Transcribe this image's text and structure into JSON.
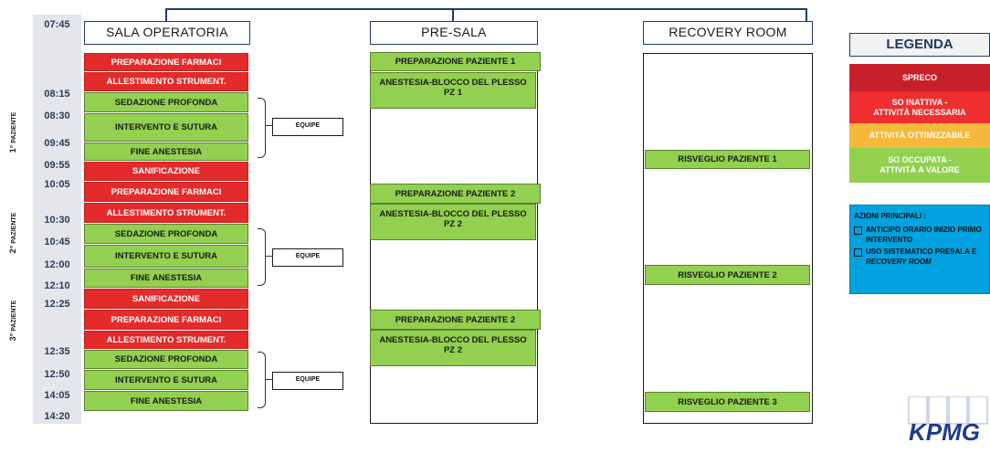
{
  "columns": {
    "sala": "SALA OPERATORIA",
    "presala": "PRE-SALA",
    "recovery": "RECOVERY ROOM"
  },
  "times": [
    "07:45",
    "08:15",
    "08:30",
    "09:45",
    "09:55",
    "10:05",
    "10:30",
    "10:45",
    "12:00",
    "12:10",
    "12:25",
    "12:35",
    "12:50",
    "14:05",
    "14:20"
  ],
  "patients": [
    {
      "ordinal": "1°",
      "label": "PAZIENTE"
    },
    {
      "ordinal": "2°",
      "label": "PAZIENTE"
    },
    {
      "ordinal": "3°",
      "label": "PAZIENTE"
    }
  ],
  "sala_activities": [
    {
      "label": "PREPARAZIONE FARMACI",
      "kind": "red"
    },
    {
      "label": "ALLESTIMENTO STRUMENT.",
      "kind": "red"
    },
    {
      "label": "SEDAZIONE PROFONDA",
      "kind": "green"
    },
    {
      "label": "INTERVENTO E SUTURA",
      "kind": "green"
    },
    {
      "label": "FINE ANESTESIA",
      "kind": "green"
    },
    {
      "label": "SANIFICAZIONE",
      "kind": "red"
    },
    {
      "label": "PREPARAZIONE FARMACI",
      "kind": "red"
    },
    {
      "label": "ALLESTIMENTO STRUMENT.",
      "kind": "red"
    },
    {
      "label": "SEDAZIONE PROFONDA",
      "kind": "green"
    },
    {
      "label": "INTERVENTO E SUTURA",
      "kind": "green"
    },
    {
      "label": "FINE ANESTESIA",
      "kind": "green"
    },
    {
      "label": "SANIFICAZIONE",
      "kind": "red"
    },
    {
      "label": "PREPARAZIONE FARMACI",
      "kind": "red"
    },
    {
      "label": "ALLESTIMENTO STRUMENT.",
      "kind": "red"
    },
    {
      "label": "SEDAZIONE PROFONDA",
      "kind": "green"
    },
    {
      "label": "INTERVENTO E SUTURA",
      "kind": "green"
    },
    {
      "label": "FINE ANESTESIA",
      "kind": "green"
    }
  ],
  "equipe": "EQUIPE",
  "presala_activities": [
    {
      "label": "PREPARAZIONE PAZIENTE 1"
    },
    {
      "label": "ANESTESIA-BLOCCO DEL PLESSO PZ 1"
    },
    {
      "label": "PREPARAZIONE PAZIENTE 2"
    },
    {
      "label": "ANESTESIA-BLOCCO DEL PLESSO PZ 2"
    },
    {
      "label": "PREPARAZIONE PAZIENTE 2"
    },
    {
      "label": "ANESTESIA-BLOCCO DEL PLESSO PZ 2"
    }
  ],
  "recovery_activities": [
    {
      "label": "RISVEGLIO PAZIENTE 1"
    },
    {
      "label": "RISVEGLIO PAZIENTE 2"
    },
    {
      "label": "RISVEGLIO PAZIENTE 3"
    }
  ],
  "legend": {
    "title": "LEGENDA",
    "items": [
      {
        "line1": "SPRECO",
        "line2": "",
        "color": "#c8202a"
      },
      {
        "line1": "SO INATTIVA -",
        "line2": "ATTIVITÀ NECESSARIA",
        "color": "#ef2f2f"
      },
      {
        "line1": "ATTIVITÀ OTTIMIZZABILE",
        "line2": "",
        "color": "#f4b83a"
      },
      {
        "line1": "SO OCCUPATA -",
        "line2": "ATTIVITÀ A VALORE",
        "color": "#92d050"
      }
    ]
  },
  "actions": {
    "title": "AZIONI PRINCIPALI :",
    "item1": "ANTICIPO ORARIO INIZIO PRIMO INTERVENTO",
    "item2_a": "USO SISTEMATICO PRESALA E",
    "item2_b": "RECOVERY ROOM"
  },
  "logo": "KPMG",
  "colors": {
    "red": "#e32b2b",
    "green": "#92d050",
    "navy": "#203864",
    "blue": "#00a3e0"
  }
}
